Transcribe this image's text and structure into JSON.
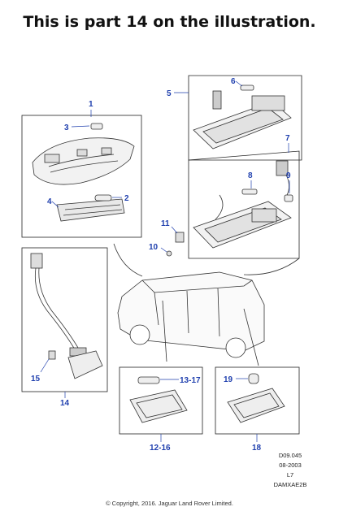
{
  "headline": "This is part 14 on the illustration.",
  "callouts": {
    "c1": "1",
    "c2": "2",
    "c3": "3",
    "c4": "4",
    "c5": "5",
    "c6": "6",
    "c7": "7",
    "c8": "8",
    "c9": "9",
    "c10": "10",
    "c11": "11",
    "c12_16": "12-16",
    "c13_17": "13-17",
    "c14": "14",
    "c15": "15",
    "c18": "18",
    "c19": "19"
  },
  "meta": {
    "drawing_no": "D09.045",
    "date": "08-2003",
    "sheet": "L7",
    "code": "DAMXAE2B"
  },
  "copyright": "© Copyright, 2016. Jaguar Land Rover Limited.",
  "colors": {
    "callout": "#1f3fae",
    "line": "#222222"
  }
}
